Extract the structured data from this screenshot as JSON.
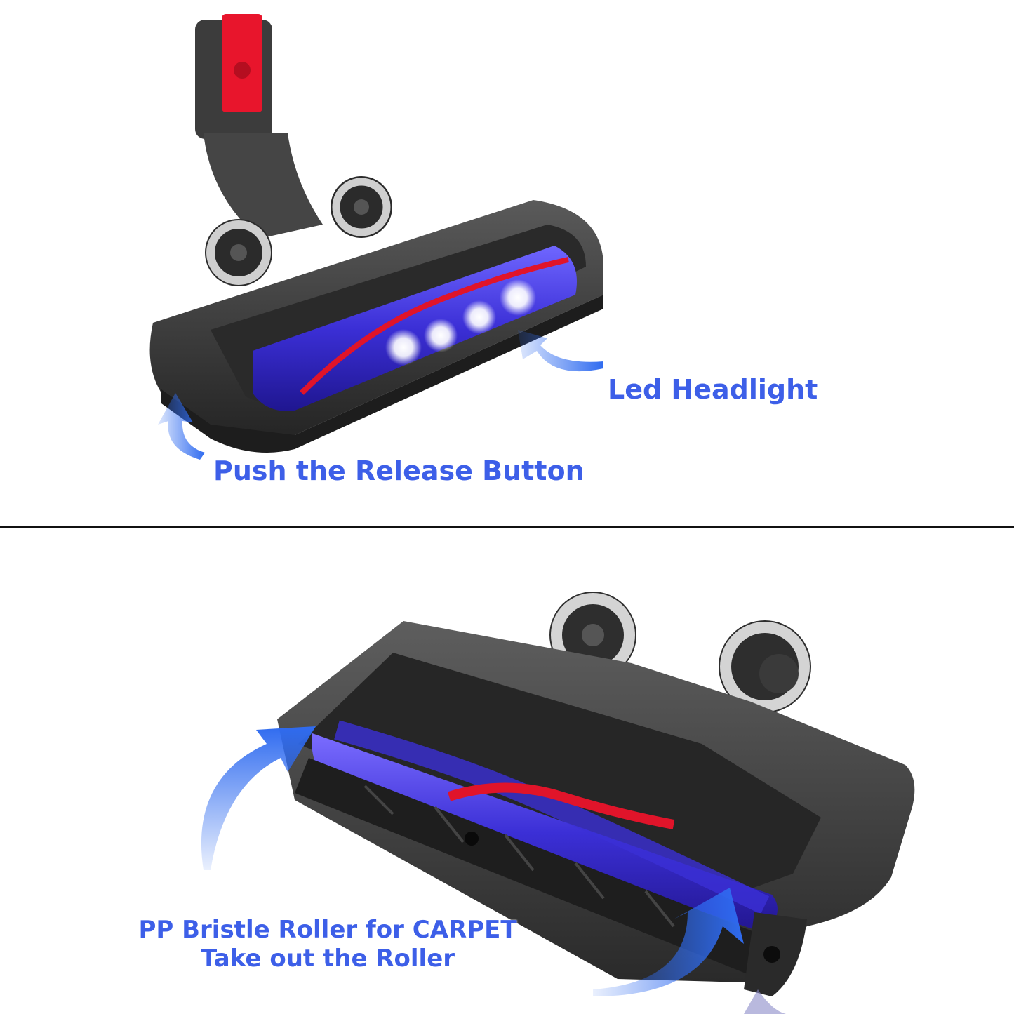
{
  "captions": {
    "led_headlight": "Led Headlight",
    "push_release": "Push the Release Button",
    "roller_line1": "PP Bristle Roller for CARPET",
    "roller_line2": "Take out the Roller"
  },
  "colors": {
    "caption": "#3d5fe8",
    "arrow": "#2f6bf0",
    "housing": "#3a3a3a",
    "roller": "#3b2fd6",
    "stripe": "#e0142a",
    "wheel": "#d0d0d0",
    "divider": "#111111"
  }
}
